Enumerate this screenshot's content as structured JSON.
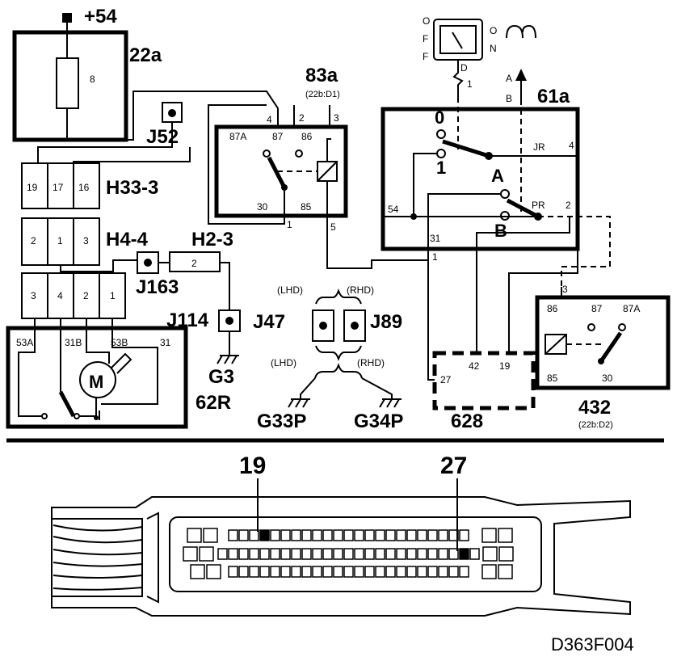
{
  "supply": {
    "label": "+54"
  },
  "fuse_box": {
    "label": "22a",
    "fuse_number": "8"
  },
  "j52": {
    "label": "J52"
  },
  "relay_83a": {
    "label": "83a",
    "ref": "(22b:D1)",
    "top_pins": [
      "4",
      "2",
      "3"
    ],
    "pins": [
      "87A",
      "87",
      "86",
      "30",
      "85"
    ],
    "bottom_pins": [
      "1",
      "5"
    ]
  },
  "h33_3": {
    "label": "H33-3",
    "pins": [
      "19",
      "17",
      "16"
    ]
  },
  "h4_4": {
    "label": "H4-4",
    "pins": [
      "2",
      "1",
      "3"
    ]
  },
  "h2_3": {
    "label": "H2-3",
    "pin": "2"
  },
  "j163": {
    "label": "J163"
  },
  "j114": {
    "label": "J114"
  },
  "motor_connector": {
    "pins": [
      "3",
      "4",
      "2",
      "1"
    ]
  },
  "wiper_motor": {
    "pins": [
      "53A",
      "31B",
      "53B",
      "31"
    ],
    "motor_symbol": "M",
    "label": "62R"
  },
  "ground_g3": {
    "label": "G3"
  },
  "j47": {
    "label": "J47",
    "variant": "(LHD)"
  },
  "j89": {
    "label": "J89",
    "variant": "(RHD)"
  },
  "ground_g33p": {
    "label": "G33P",
    "variant": "(LHD)"
  },
  "ground_g34p": {
    "label": "G34P",
    "variant": "(RHD)"
  },
  "switch_top": {
    "left_labels": [
      "O",
      "F",
      "F"
    ],
    "right_labels": [
      "O",
      "N"
    ],
    "pin_d": "D",
    "pin_1": "1"
  },
  "switch_61a": {
    "label": "61a",
    "arrow_labels": [
      "A",
      "B"
    ],
    "pos_0": "0",
    "pos_1": "1",
    "pos_a": "A",
    "pos_b": "B",
    "jr": "JR",
    "jr_pin": "4",
    "pr": "PR",
    "pr_pin": "2",
    "pin_54": "54",
    "pin_31": "31",
    "pin_1": "1"
  },
  "module_628": {
    "label": "628",
    "pins": [
      "42",
      "19",
      "27"
    ]
  },
  "relay_432": {
    "label": "432",
    "ref": "(22b:D2)",
    "top_pin": "3",
    "pins": [
      "86",
      "87",
      "87A",
      "85",
      "30"
    ]
  },
  "connector_pinout": {
    "callouts": [
      "19",
      "27"
    ]
  },
  "figure_code": "D363F004"
}
